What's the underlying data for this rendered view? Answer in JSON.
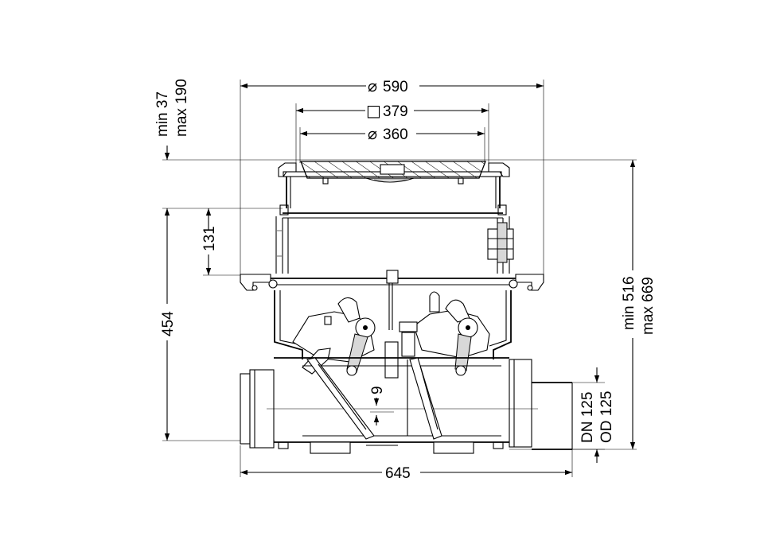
{
  "dimensions": {
    "outer_diameter": {
      "symbol": "⌀",
      "value": "590"
    },
    "frame_square": {
      "symbol": "□",
      "value": "379"
    },
    "cover_diameter": {
      "symbol": "⌀",
      "value": "360"
    },
    "cover_adjust_min": "min 37",
    "cover_adjust_max": "max 190",
    "upper_height": "131",
    "body_height": "454",
    "total_height_min": "min 516",
    "total_height_max": "max 669",
    "pipe_dn": "DN 125",
    "pipe_od": "OD 125",
    "offset": "9",
    "overall_length": "645"
  }
}
